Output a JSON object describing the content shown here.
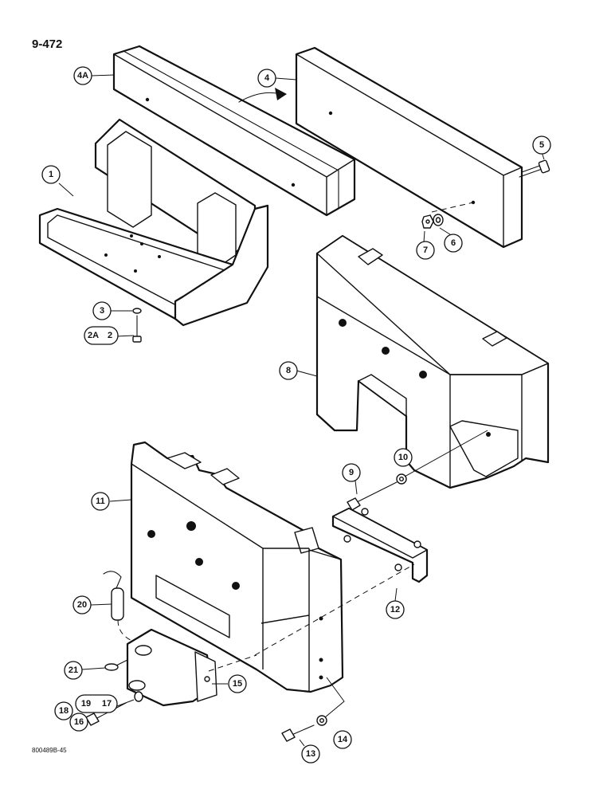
{
  "page_number": "9-472",
  "figure_code": "800489B-45",
  "callouts": {
    "c1": "1",
    "c2": "2",
    "c2a": "2A",
    "c3": "3",
    "c4": "4",
    "c4a": "4A",
    "c5": "5",
    "c6": "6",
    "c7": "7",
    "c8": "8",
    "c9": "9",
    "c10": "10",
    "c11": "11",
    "c12": "12",
    "c13": "13",
    "c14": "14",
    "c15": "15",
    "c16": "16",
    "c17": "17",
    "c18": "18",
    "c19": "19",
    "c20": "20",
    "c21": "21"
  }
}
